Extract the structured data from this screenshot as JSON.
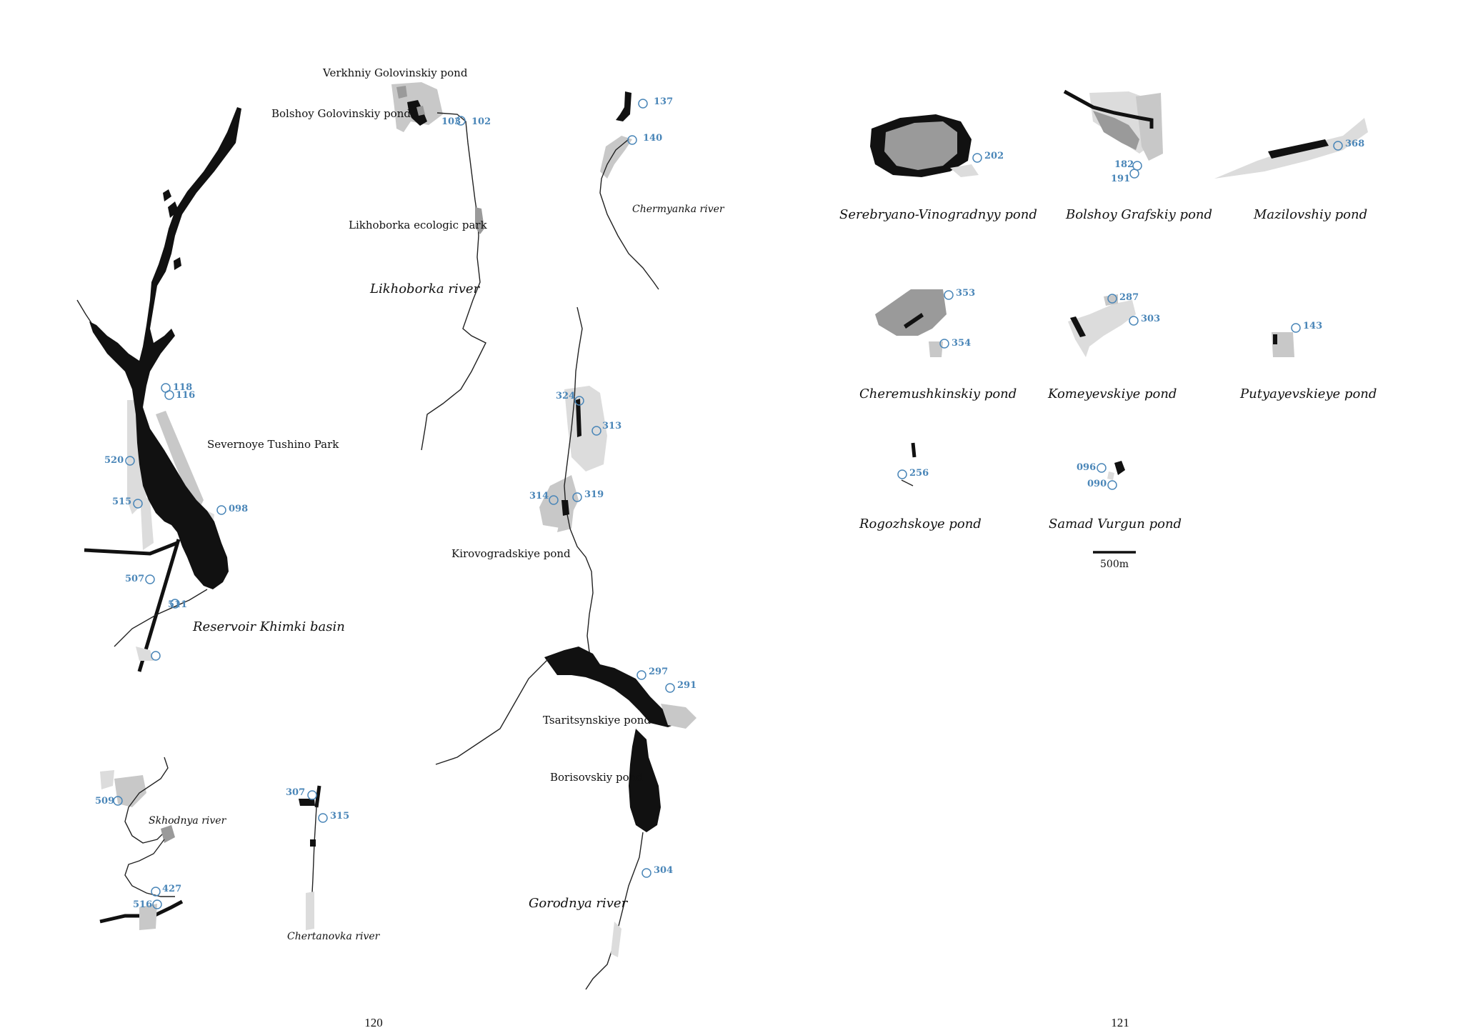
{
  "colors": {
    "water": "#111111",
    "park_light": "#dcdcdc",
    "park": "#c8c8c8",
    "park_dark": "#9a9a9a",
    "marker": "#4a86b8"
  },
  "labels": {
    "verkhniy": "Verkhniy Golovinskiy pond",
    "bolshoy_golovinskiy": "Bolshoy Golovinskiy pond",
    "likhoborka_park": "Likhoborka ecologic park",
    "likhoborka_river": "Likhoborka river",
    "chermyanka": "Chermyanka river",
    "severnoye": "Severnoye Tushino Park",
    "khimki": "Reservoir Khimki basin",
    "kirovogradskiye": "Kirovogradskiye pond",
    "tsaritsynskiye": "Tsaritsynskiye pond",
    "borisovskiy": "Borisovskiy pond",
    "gorodnya": "Gorodnya river",
    "skhodnya": "Skhodnya river",
    "chertanovka": "Chertanovka river",
    "serebryano": "Serebryano-Vinogradnyy pond",
    "bolshoy_grafskiy": "Bolshoy Grafskiy pond",
    "mazilovshiy": "Mazilovshiy pond",
    "cheremushkinskiy": "Cheremushkinskiy pond",
    "komeyevskiye": "Komeyevskiye pond",
    "putyayevskieye": "Putyayevskieye pond",
    "rogozhskoye": "Rogozhskoye pond",
    "samad": "Samad Vurgun pond"
  },
  "sites": {
    "s103": "103",
    "s102": "102",
    "s137": "137",
    "s140": "140",
    "s118": "118",
    "s116": "116",
    "s520": "520",
    "s515": "515",
    "s098": "098",
    "s507": "507",
    "s511": "511",
    "s324": "324",
    "s313": "313",
    "s314": "314",
    "s319": "319",
    "s297": "297",
    "s291": "291",
    "s304": "304",
    "s509": "509",
    "s427": "427",
    "s516": "516",
    "s307": "307",
    "s315": "315",
    "s202": "202",
    "s182": "182",
    "s191": "191",
    "s368": "368",
    "s353": "353",
    "s354": "354",
    "s287": "287",
    "s303": "303",
    "s143": "143",
    "s256": "256",
    "s096": "096",
    "s090": "090"
  },
  "scale": {
    "label": "500m"
  },
  "pages": {
    "left": "120",
    "right": "121"
  }
}
